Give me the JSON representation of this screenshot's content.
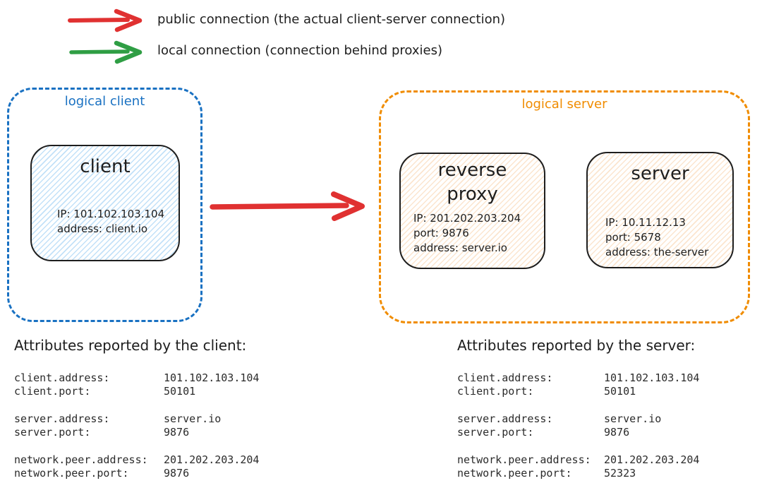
{
  "legend": {
    "items": [
      {
        "label": "public connection (the actual client-server connection)",
        "color": "#e03131"
      },
      {
        "label": "local connection (connection behind proxies)",
        "color": "#2f9e44"
      }
    ]
  },
  "diagram": {
    "public_connection_color": "#e03131",
    "logical_client": {
      "label": "logical client",
      "accent": "#1971c2",
      "nodes": [
        {
          "title": "client",
          "fill": "#d6eafc",
          "lines": [
            "IP: 101.102.103.104",
            "address: client.io"
          ]
        }
      ]
    },
    "logical_server": {
      "label": "logical server",
      "accent": "#f08c00",
      "nodes": [
        {
          "title": "reverse proxy",
          "fill": "#fbe7d2",
          "lines": [
            "IP: 201.202.203.204",
            "port: 9876",
            "address: server.io"
          ]
        },
        {
          "title": "server",
          "fill": "#fbe7d2",
          "lines": [
            "IP: 10.11.12.13",
            "port: 5678",
            "address: the-server"
          ]
        }
      ]
    }
  },
  "client_attributes": {
    "heading": "Attributes reported by the client:",
    "rows": [
      {
        "label": "client.address:",
        "value": "101.102.103.104"
      },
      {
        "label": "client.port:",
        "value": "50101"
      },
      {
        "label": "server.address:",
        "value": "server.io"
      },
      {
        "label": "server.port:",
        "value": "9876"
      },
      {
        "label": "network.peer.address:",
        "value": "201.202.203.204"
      },
      {
        "label": "network.peer.port:",
        "value": "9876"
      }
    ]
  },
  "server_attributes": {
    "heading": "Attributes reported by the server:",
    "rows": [
      {
        "label": "client.address:",
        "value": "101.102.103.104"
      },
      {
        "label": "client.port:",
        "value": "50101"
      },
      {
        "label": "server.address:",
        "value": "server.io"
      },
      {
        "label": "server.port:",
        "value": "9876"
      },
      {
        "label": "network.peer.address:",
        "value": "201.202.203.204"
      },
      {
        "label": "network.peer.port:",
        "value": "52323"
      }
    ]
  }
}
